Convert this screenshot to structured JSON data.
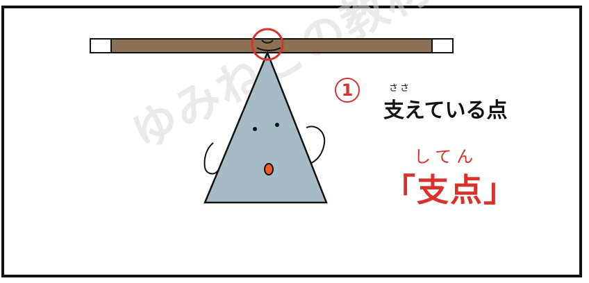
{
  "watermark": {
    "text": "ゆみねこの教材"
  },
  "annotation": {
    "number": "1",
    "ruby": "ささ",
    "text": "支えている点",
    "reading": "してん",
    "term": "「支点」"
  },
  "colors": {
    "border": "#111111",
    "lever": "#8b7254",
    "triangle": "#a5bcc6",
    "accent": "#d9322b"
  },
  "icons": {
    "circle": "highlight-ring",
    "triangle": "fulcrum-character"
  }
}
